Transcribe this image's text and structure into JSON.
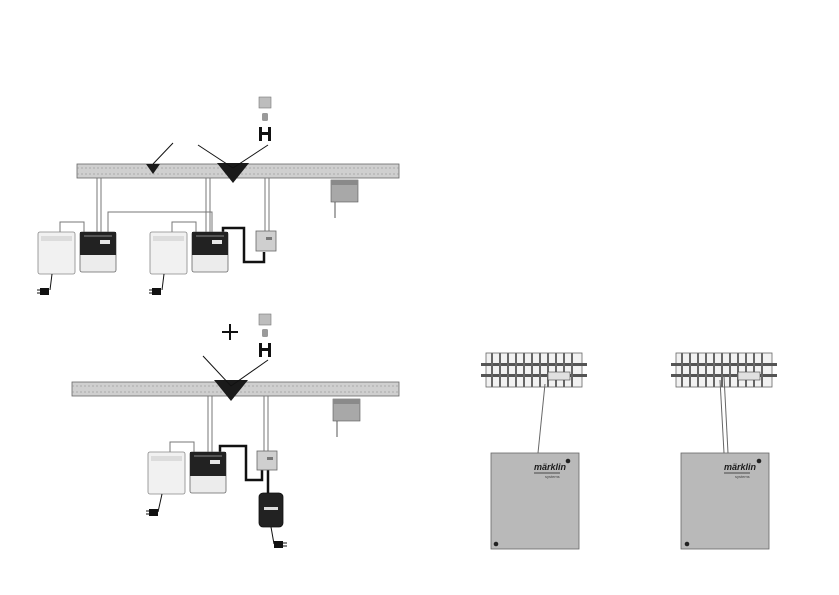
{
  "colors": {
    "track_fill": "#c8c8c8",
    "track_dark": "#8a8a8a",
    "device_dark": "#222222",
    "device_light": "#ececec",
    "box_gray": "#a8a8a8",
    "triangle": "#1a1a1a",
    "wire": "#111111"
  },
  "icons": {
    "signal_lamp": "lamp-icon",
    "uncoupler": "h-bracket-icon",
    "plus": "plus-icon",
    "separation_point": "triangle-marker-icon",
    "mains_plug": "plug-icon"
  },
  "brand": {
    "left_box": "märklin",
    "left_box_sub": "systems",
    "right_box": "märklin",
    "right_box_sub": "systems"
  }
}
